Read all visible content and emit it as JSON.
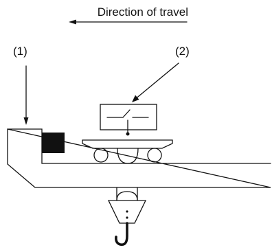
{
  "labels": {
    "direction": "Direction of travel",
    "callout_1": "(1)",
    "callout_2": "(2)"
  },
  "colors": {
    "line": "#111111",
    "block": "#111111",
    "background": "#ffffff"
  }
}
